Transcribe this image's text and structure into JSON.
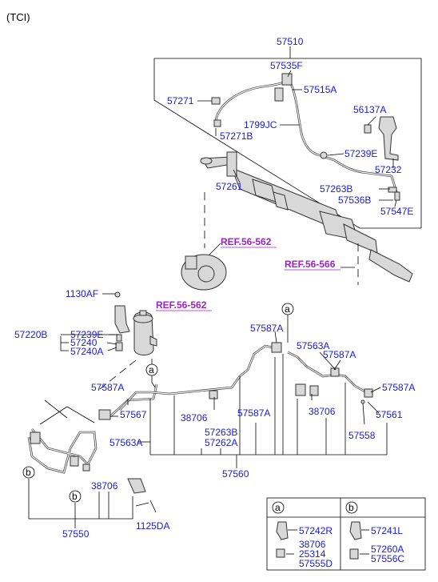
{
  "header": "(TCI)",
  "labels": {
    "l57510": "57510",
    "l57535F": "57535F",
    "l57515A": "57515A",
    "l57271": "57271",
    "l1799JC": "1799JC",
    "l57271B": "57271B",
    "l56137A": "56137A",
    "l57239E_top": "57239E",
    "l57232": "57232",
    "l57261": "57261",
    "l57263B_top": "57263B",
    "l57536B": "57536B",
    "l57547E": "57547E",
    "l1130AF": "1130AF",
    "l57220B": "57220B",
    "l57239E_left": "57239E",
    "l57240": "57240",
    "l57240A": "57240A",
    "l57587A_1": "57587A",
    "l57563A_top": "57563A",
    "l57587A_2": "57587A",
    "l57587A_3": "57587A",
    "l57587A_4": "57587A",
    "l57567": "57567",
    "l38706_a": "38706",
    "l57587A_5": "57587A",
    "l38706_b": "38706",
    "l57561": "57561",
    "l57263B_mid": "57263B",
    "l57262A": "57262A",
    "l57558": "57558",
    "l57563A_left": "57563A",
    "l57560": "57560",
    "l38706_c": "38706",
    "l57550": "57550",
    "l1125DA": "1125DA"
  },
  "refs": {
    "ref1": "REF.56-562",
    "ref2": "REF.56-566",
    "ref3": "REF.56-562"
  },
  "callouts": {
    "a": "a",
    "b": "b"
  },
  "legend": {
    "a_head": "a",
    "b_head": "b",
    "a_item1": "57242R",
    "a_item2a": "38706",
    "a_item2b": "25314",
    "a_item2c": "57555D",
    "b_item1": "57241L",
    "b_item2a": "57260A",
    "b_item2b": "57556C"
  }
}
